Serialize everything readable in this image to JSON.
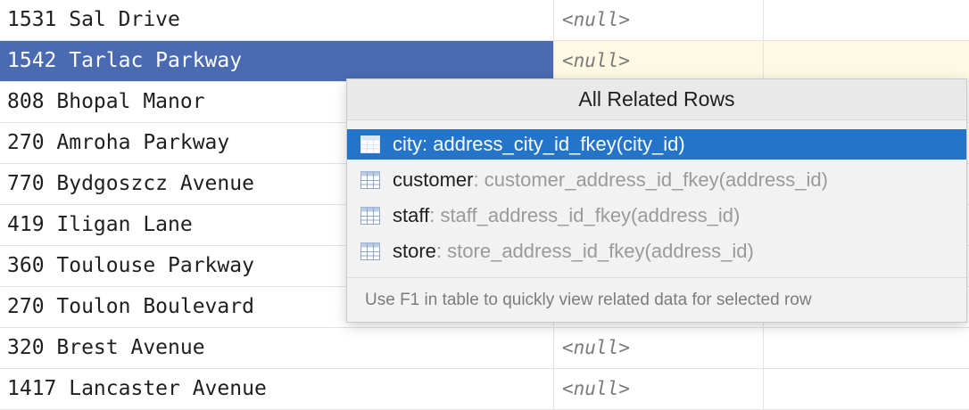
{
  "grid": {
    "rows": [
      {
        "address": "1531 Sal Drive",
        "address2": "<null>"
      },
      {
        "address": "1542 Tarlac Parkway",
        "address2": "<null>"
      },
      {
        "address": "808 Bhopal Manor",
        "address2": ""
      },
      {
        "address": "270 Amroha Parkway",
        "address2": ""
      },
      {
        "address": "770 Bydgoszcz Avenue",
        "address2": ""
      },
      {
        "address": "419 Iligan Lane",
        "address2": ""
      },
      {
        "address": "360 Toulouse Parkway",
        "address2": ""
      },
      {
        "address": "270 Toulon Boulevard",
        "address2": ""
      },
      {
        "address": "320 Brest Avenue",
        "address2": "<null>"
      },
      {
        "address": "1417 Lancaster Avenue",
        "address2": "<null>"
      }
    ]
  },
  "popup": {
    "title": "All Related Rows",
    "separator": ":",
    "items": [
      {
        "table": "city",
        "fk": "address_city_id_fkey(city_id)",
        "icon": "table-icon"
      },
      {
        "table": "customer",
        "fk": "customer_address_id_fkey(address_id)",
        "icon": "table-icon"
      },
      {
        "table": "staff",
        "fk": "staff_address_id_fkey(address_id)",
        "icon": "table-icon"
      },
      {
        "table": "store",
        "fk": "store_address_id_fkey(address_id)",
        "icon": "table-icon"
      }
    ],
    "hint": "Use F1 in table to quickly view related data for selected row"
  },
  "colors": {
    "selection": "#4a6ab2",
    "active_item": "#2475c9",
    "current_row": "#fdf9e3",
    "null_text": "#7a7a7a"
  }
}
